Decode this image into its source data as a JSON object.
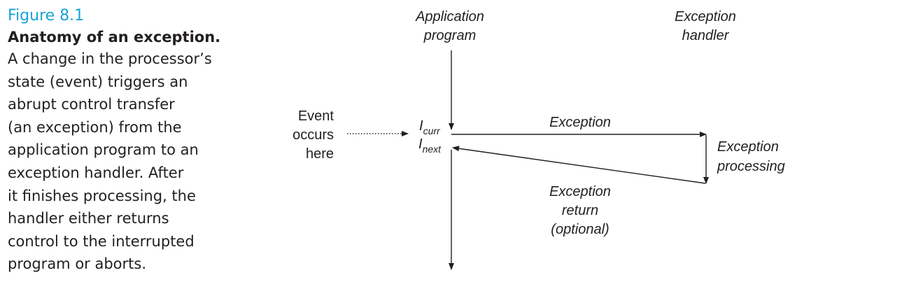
{
  "caption": {
    "figure_number": "Figure 8.1",
    "title": "Anatomy of an exception.",
    "body": "A change in the processor’s\nstate (event) triggers an\nabrupt control transfer\n(an exception) from the\napplication program to an\nexception handler. After\nit finishes processing, the\nhandler either returns\ncontrol to the interrupted\nprogram or aborts."
  },
  "diagram": {
    "app_program_label": [
      "Application",
      "program"
    ],
    "exception_handler_label": [
      "Exception",
      "handler"
    ],
    "event_label": [
      "Event",
      "occurs",
      "here"
    ],
    "i_curr": {
      "base": "I",
      "sub": "curr"
    },
    "i_next": {
      "base": "I",
      "sub": "next"
    },
    "exception_label": "Exception",
    "processing_label": [
      "Exception",
      "processing"
    ],
    "return_label": [
      "Exception",
      "return",
      "(optional)"
    ]
  },
  "colors": {
    "figure_number": "#1aa3d6",
    "text": "#231f20"
  }
}
